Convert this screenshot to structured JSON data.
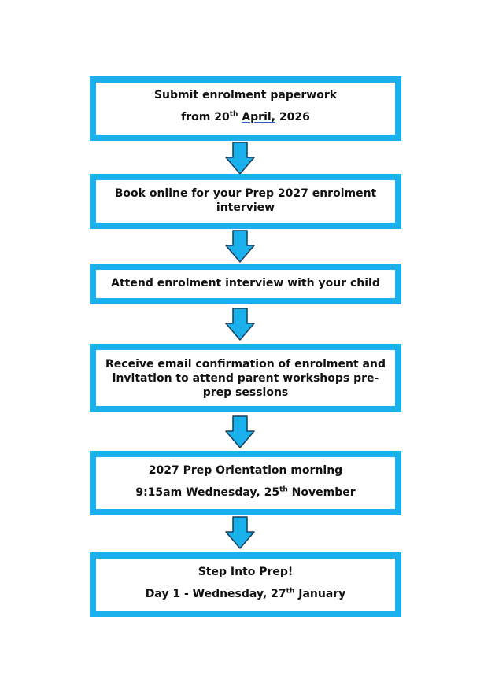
{
  "steps": [
    {
      "line1": "Submit enrolment paperwork",
      "line2_prefix": "from 20",
      "line2_sup": "th",
      "line2_month": "April,",
      "line2_suffix": " 2026"
    },
    {
      "line1": "Book online for your Prep 2027 enrolment interview"
    },
    {
      "line1": "Attend enrolment interview with your child"
    },
    {
      "line1": "Receive email confirmation of enrolment and invitation to attend parent workshops pre-prep sessions"
    },
    {
      "line1": "2027 Prep Orientation morning",
      "line2_prefix": "9:15am Wednesday, 25",
      "line2_sup": "th",
      "line2_suffix": " November"
    },
    {
      "line1": "Step Into Prep!",
      "line2_prefix": "Day 1 - Wednesday, 27",
      "line2_sup": "th",
      "line2_suffix": " January"
    }
  ],
  "colors": {
    "box_border": "#1ab0ec",
    "arrow_fill": "#1ab0ec",
    "arrow_stroke": "#1b3d57",
    "text": "#111111",
    "underline": "#2b5fbf"
  },
  "icons": {
    "arrow": "down-arrow-icon"
  }
}
